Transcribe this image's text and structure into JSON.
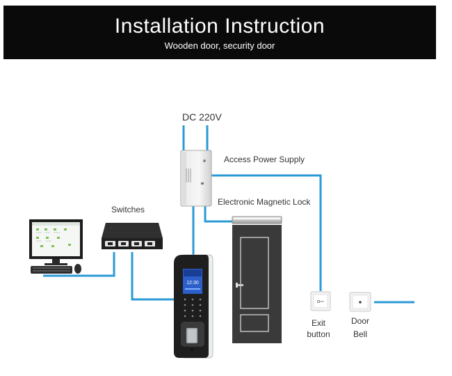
{
  "header": {
    "title": "Installation Instruction",
    "subtitle": "Wooden door, security door"
  },
  "labels": {
    "power_input": "DC 220V",
    "power_supply": "Access Power Supply",
    "magnetic_lock": "Electronic Magnetic Lock",
    "switches": "Switches",
    "exit_button_line1": "Exit",
    "exit_button_line2": "button",
    "door_bell_line1": "Door",
    "door_bell_line2": "Bell"
  },
  "device_screen": {
    "time": "12:30"
  },
  "colors": {
    "wire": "#2b9ad6",
    "banner": "#0a0a0a",
    "door": "#3a3a3a"
  }
}
